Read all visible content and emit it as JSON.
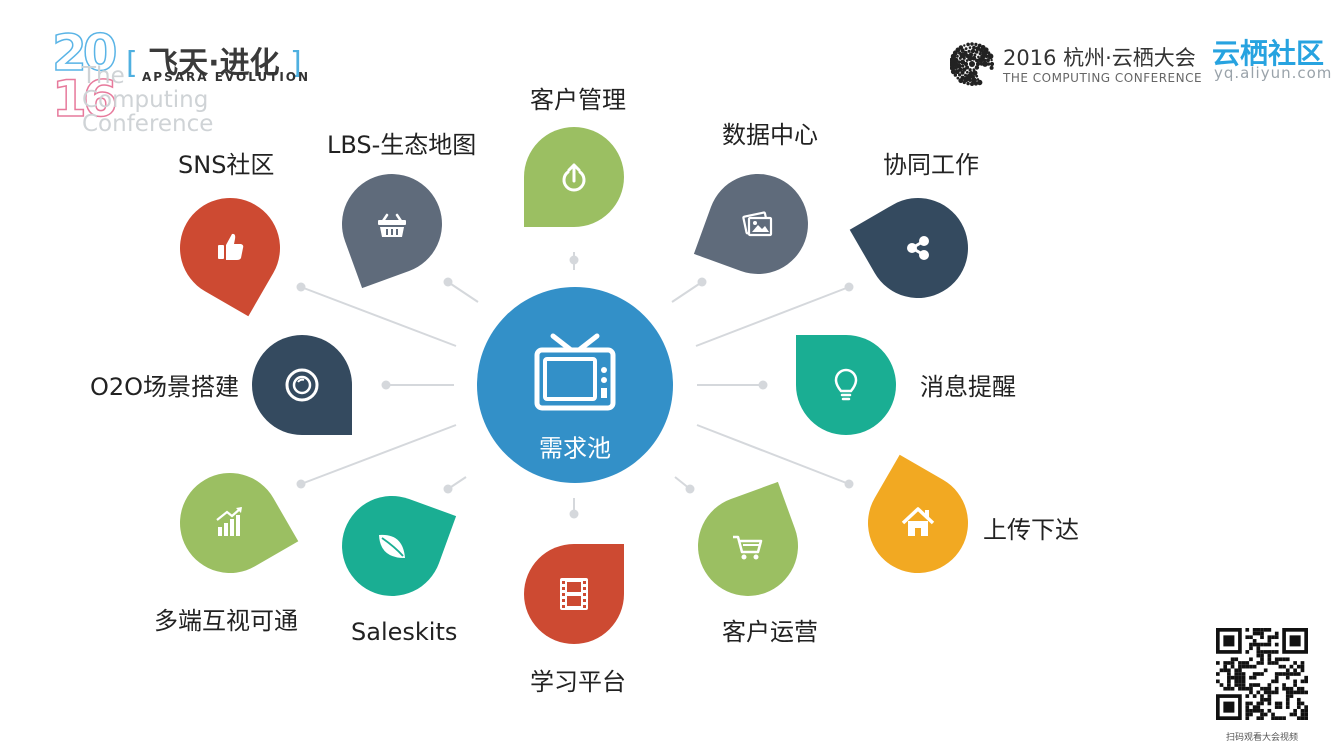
{
  "branding": {
    "year_top": "20",
    "year_bottom": "16",
    "logo_sub_lines": [
      "The",
      "Computing",
      "Conference"
    ],
    "logo_title": "飞天·进化",
    "logo_bracket_left": "[",
    "logo_bracket_right": "]",
    "logo_subtitle": "APSARA EVOLUTION",
    "conference_title": "2016 杭州·云栖大会",
    "conference_subtitle": "THE COMPUTING CONFERENCE",
    "community_name": "云栖社区",
    "community_url": "yq.aliyun.com",
    "qr_caption": "扫码观看大会视频"
  },
  "diagram": {
    "center": {
      "label": "需求池",
      "icon": "tv-icon",
      "color": "#3390c8"
    },
    "nodes": [
      {
        "id": "sns",
        "label": "SNS社区",
        "icon": "thumbs-up-icon",
        "color": "#cd4a32"
      },
      {
        "id": "lbs",
        "label": "LBS-生态地图",
        "icon": "basket-icon",
        "color": "#5f6b7b"
      },
      {
        "id": "crm",
        "label": "客户管理",
        "icon": "power-icon",
        "color": "#9bbf62"
      },
      {
        "id": "data",
        "label": "数据中心",
        "icon": "images-icon",
        "color": "#5f6b7b"
      },
      {
        "id": "collab",
        "label": "协同工作",
        "icon": "share-icon",
        "color": "#344a5f"
      },
      {
        "id": "o2o",
        "label": "O2O场景搭建",
        "icon": "lens-icon",
        "color": "#344a5f"
      },
      {
        "id": "msg",
        "label": "消息提醒",
        "icon": "bulb-icon",
        "color": "#1aae93"
      },
      {
        "id": "multi",
        "label": "多端互视可通",
        "icon": "chart-icon",
        "color": "#9bbf62"
      },
      {
        "id": "sales",
        "label": "Saleskits",
        "icon": "leaf-icon",
        "color": "#1aae93"
      },
      {
        "id": "learn",
        "label": "学习平台",
        "icon": "film-icon",
        "color": "#cd4a32"
      },
      {
        "id": "ops",
        "label": "客户运营",
        "icon": "cart-icon",
        "color": "#9bbf62"
      },
      {
        "id": "upload",
        "label": "上传下达",
        "icon": "home-icon",
        "color": "#f2a922"
      }
    ]
  },
  "colors": {
    "connector": "#d5d8dc",
    "brand_blue": "#27a3e0"
  }
}
